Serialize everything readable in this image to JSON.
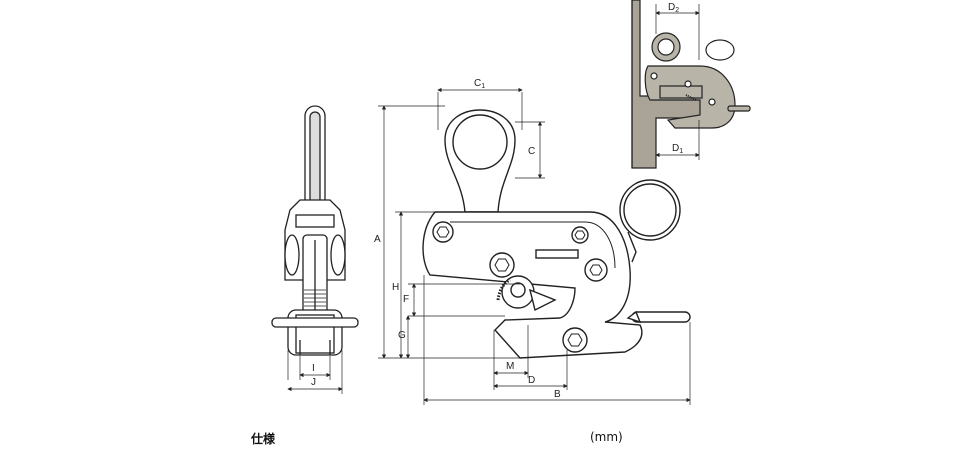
{
  "labels": {
    "A": "A",
    "B": "B",
    "C": "C",
    "C1": "C",
    "C1_sub": "1",
    "D": "D",
    "D1": "D",
    "D1_sub": "1",
    "D2": "D",
    "D2_sub": "2",
    "F": "F",
    "G": "G",
    "H": "H",
    "I": "I",
    "J": "J",
    "M": "M"
  },
  "captions": {
    "spec": "仕様",
    "unit": "(mm)"
  },
  "colors": {
    "line": "#222222",
    "clamp_fill": "#b9b4a8",
    "plate_fill": "#a9a398",
    "background": "#ffffff"
  }
}
